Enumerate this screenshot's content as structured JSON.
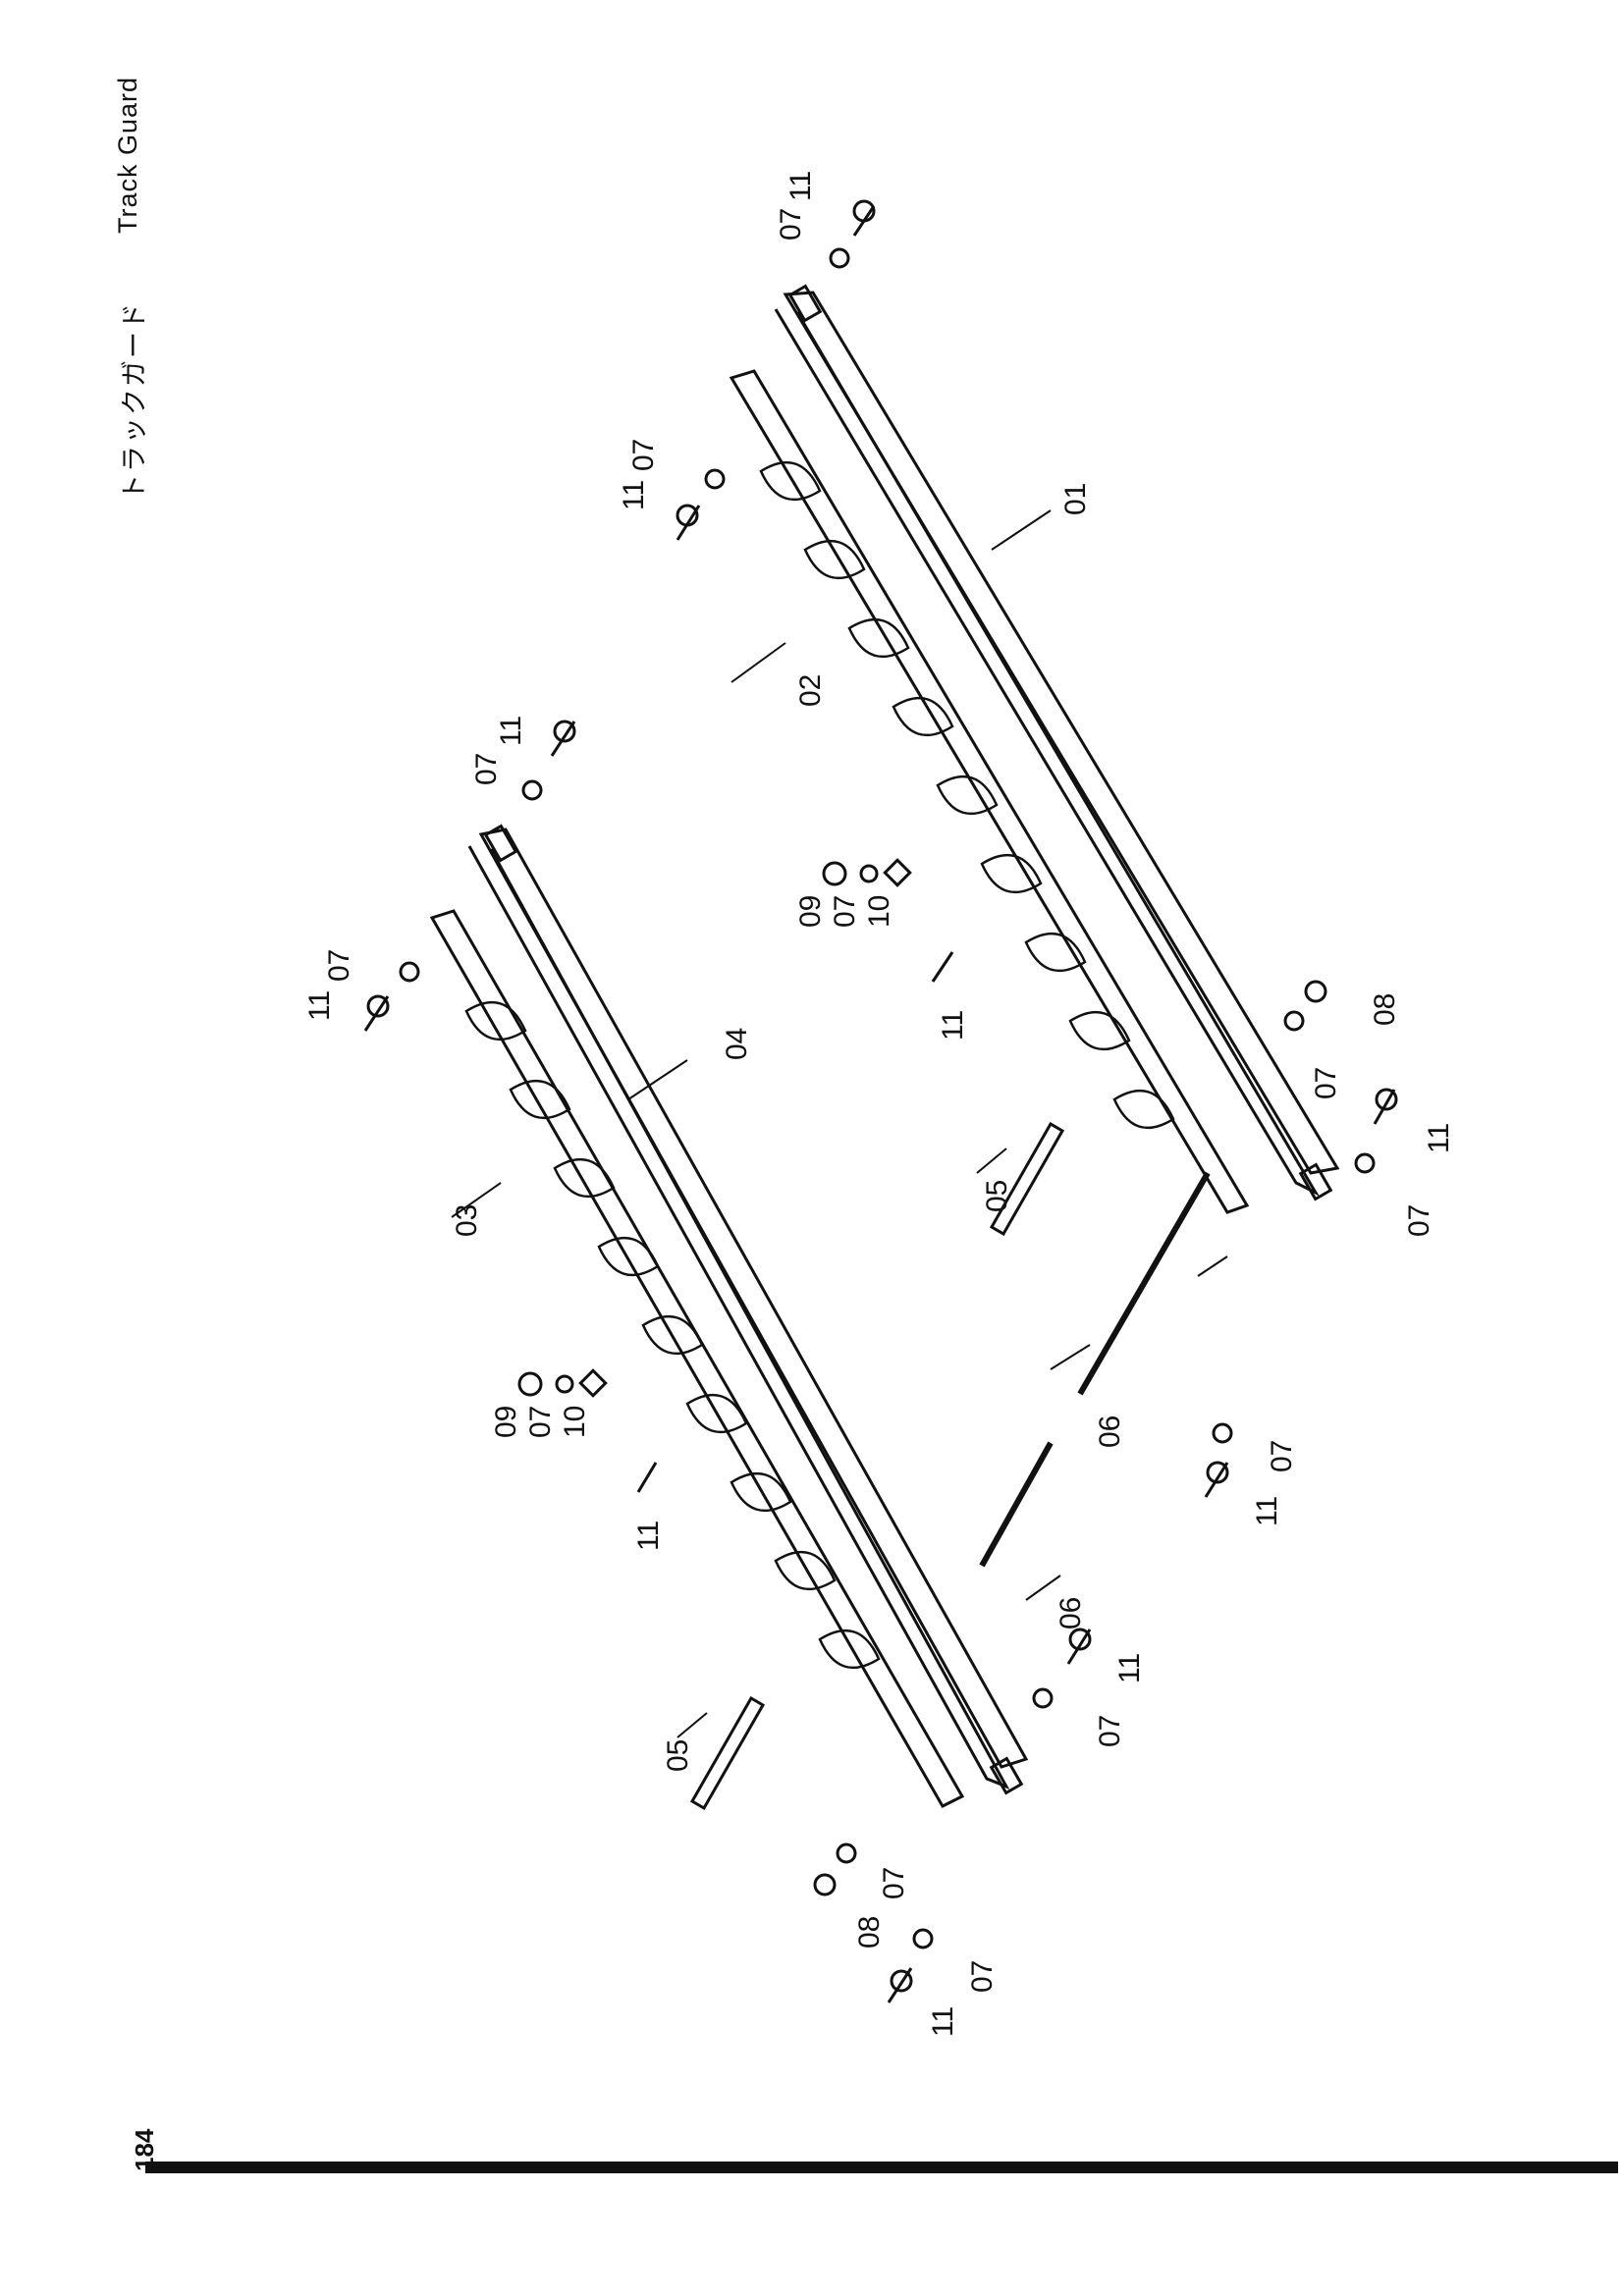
{
  "header": {
    "title_jp": "トラックガード",
    "title_en": "Track Guard"
  },
  "footer": {
    "page_number": "184"
  },
  "callouts": {
    "c01": "01",
    "c02": "02",
    "c03": "03",
    "c04": "04",
    "c05": "05",
    "c06": "06",
    "c07": "07",
    "c08": "08",
    "c09": "09",
    "c10": "10",
    "c11": "11"
  }
}
